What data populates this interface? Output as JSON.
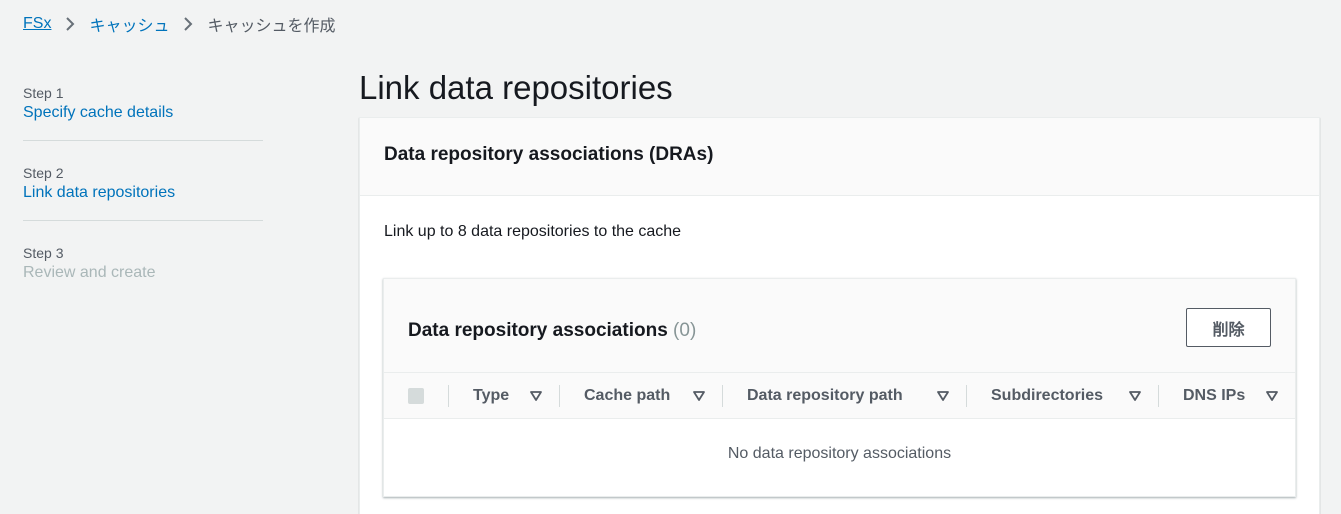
{
  "breadcrumb": {
    "root": "FSx",
    "parent": "キャッシュ",
    "current": "キャッシュを作成"
  },
  "steps": [
    {
      "number": "Step 1",
      "title": "Specify cache details"
    },
    {
      "number": "Step 2",
      "title": "Link data repositories"
    },
    {
      "number": "Step 3",
      "title": "Review and create"
    }
  ],
  "page": {
    "title": "Link data repositories"
  },
  "container": {
    "title": "Data repository associations (DRAs)",
    "description": "Link up to 8 data repositories to the cache"
  },
  "table": {
    "title": "Data repository associations",
    "count": "(0)",
    "delete_label": "削除",
    "columns": [
      "Type",
      "Cache path",
      "Data repository path",
      "Subdirectories",
      "DNS IPs"
    ],
    "empty_message": "No data repository associations"
  },
  "colors": {
    "link": "#0073bb",
    "text": "#16191f",
    "muted": "#545b64",
    "disabled": "#aab7b8",
    "background": "#f2f3f3"
  }
}
